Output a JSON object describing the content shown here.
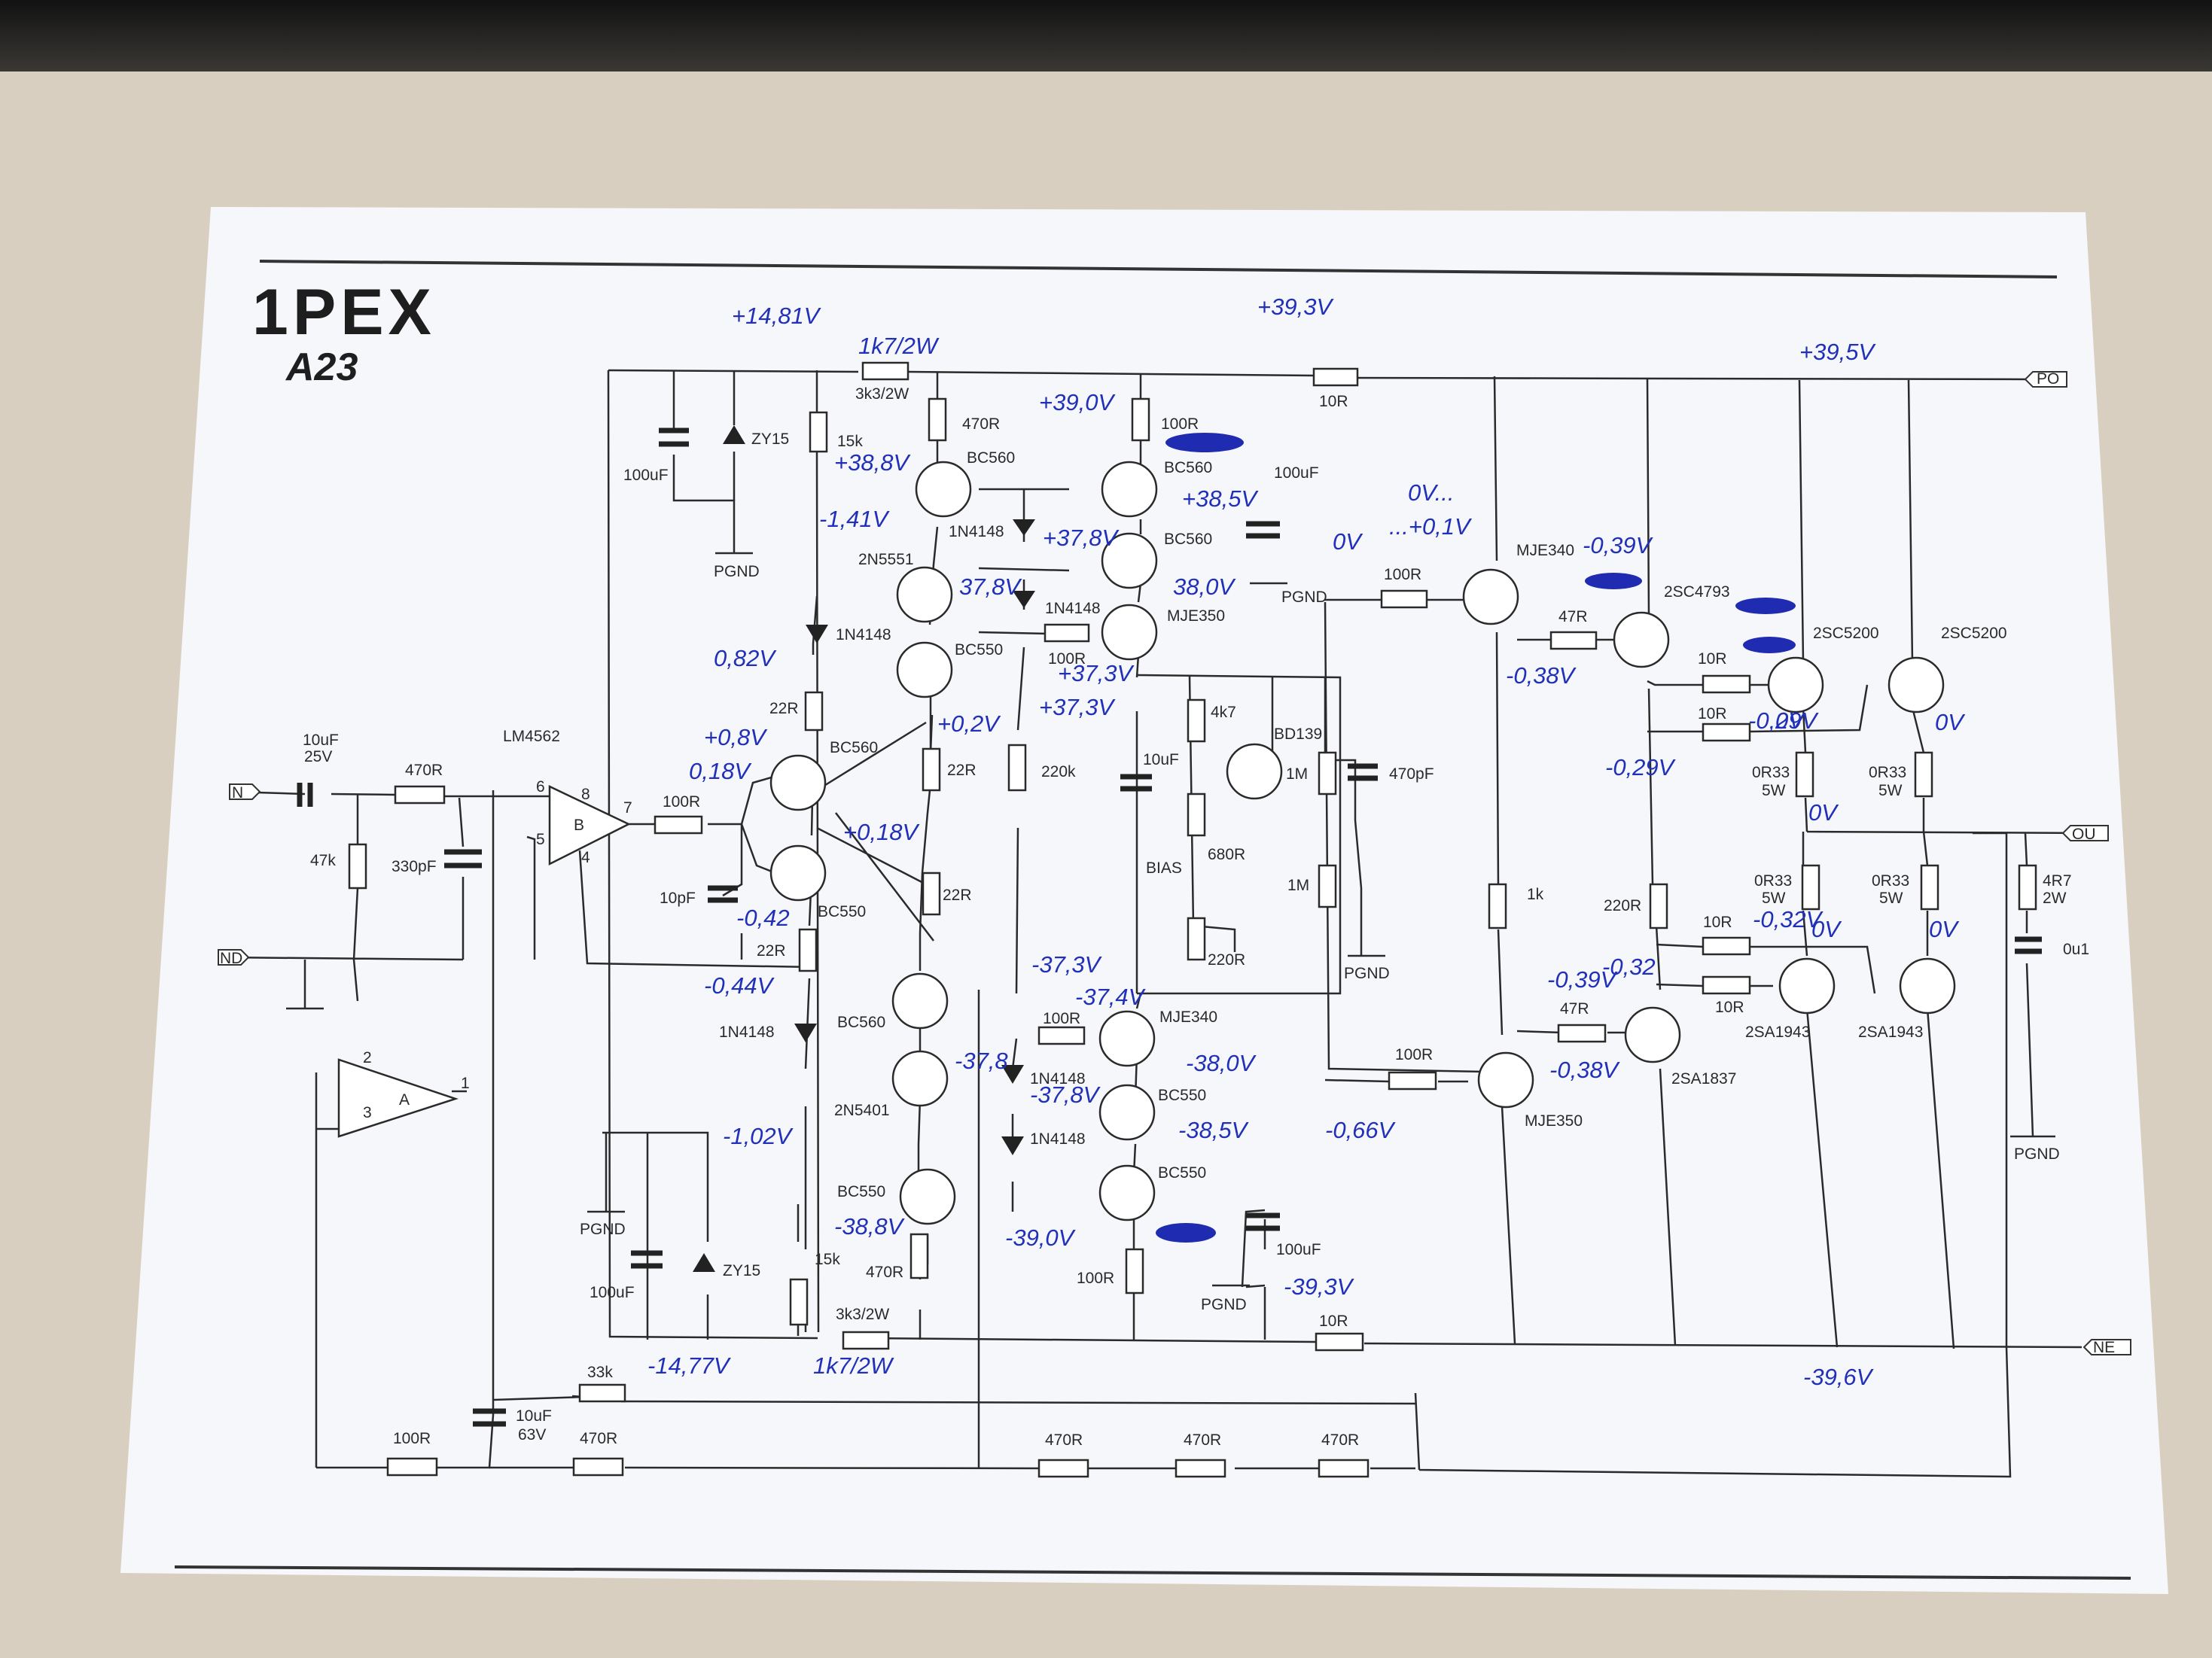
{
  "logo": "1PEX",
  "model": "A23",
  "ports": {
    "pos": "PO",
    "neg": "NE",
    "out": "OU",
    "in": "N",
    "gnd": "ND"
  },
  "components": {
    "c_in": "10uF",
    "c_in_v": "25V",
    "r_in": "470R",
    "r_in_gnd": "47k",
    "c_330": "330pF",
    "opamp_ic": "LM4562",
    "opamp_b": "B",
    "opamp_a": "A",
    "pin6": "6",
    "pin5": "5",
    "pin8": "8",
    "pin7": "7",
    "pin4": "4",
    "pin2": "2",
    "pin3": "3",
    "pin1": "1",
    "r_100r_a": "100R",
    "c_10pf": "10pF",
    "c_100uf_top": "100uF",
    "zy_top": "ZY15",
    "pgnd": "PGND",
    "r_top_orig": "3k3/2W",
    "r_15k_top": "15k",
    "r_470r_top": "470R",
    "q_bc560_1": "BC560",
    "d_1n4148_1": "1N4148",
    "q_2n5551": "2N5551",
    "d_1n4148_2": "1N4148",
    "q_bc550_1": "BC550",
    "r_22r_1": "22R",
    "q_bc560_2": "BC560",
    "q_bc550_2": "BC550",
    "r_22r_2": "22R",
    "r_22r_3": "22R",
    "r_22r_4": "22R",
    "q_bc560_3": "BC560",
    "d_1n4148_3": "1N4148",
    "q_2n5401": "2N5401",
    "q_bc550_3": "BC550",
    "r_100r_top": "100R",
    "q_bc560_4": "BC560",
    "q_bc560_5": "BC560",
    "d_1n4148_4": "1N4148",
    "q_mje350_1": "MJE350",
    "r_100r_b": "100R",
    "r_220k": "220k",
    "c_100uf_mid": "100uF",
    "c_10uf_bias": "10uF",
    "r_4k7": "4k7",
    "q_bd139": "BD139",
    "r_680r": "680R",
    "bias": "BIAS",
    "r_220r_pot": "220R",
    "r_1m_1": "1M",
    "r_1m_2": "1M",
    "c_470pf": "470pF",
    "r_100r_c": "100R",
    "q_mje340_1": "MJE340",
    "q_mje340_2": "MJE340",
    "r_100r_d": "100R",
    "d_1n4148_5": "1N4148",
    "d_1n4148_6": "1N4148",
    "q_bc550_4": "BC550",
    "q_bc550_5": "BC550",
    "r_100r_bot": "100R",
    "c_100uf_bot": "100uF",
    "zy_bot": "ZY15",
    "r_15k_bot": "15k",
    "r_470r_bot": "470R",
    "r_bot_orig": "3k3/2W",
    "r_10r_top": "10R",
    "r_10r_bot": "10R",
    "c_100uf_right": "100uF",
    "q_mje340_out": "MJE340",
    "q_mje350_out": "MJE350",
    "r_1k": "1k",
    "r_100r_e": "100R",
    "r_100r_f": "100R",
    "r_47r_1": "47R",
    "r_47r_2": "47R",
    "q_2sc4793": "2SC4793",
    "q_2sa1837": "2SA1837",
    "r_220r": "220R",
    "r_10r_1": "10R",
    "r_10r_2": "10R",
    "r_10r_3": "10R",
    "r_10r_4": "10R",
    "q_2sc5200_1": "2SC5200",
    "q_2sc5200_2": "2SC5200",
    "q_2sa1943_1": "2SA1943",
    "q_2sa1943_2": "2SA1943",
    "r_0r33_1": "0R33",
    "r_0r33_2": "0R33",
    "r_0r33_3": "0R33",
    "r_0r33_4": "0R33",
    "r_5w": "5W",
    "r_4r7": "4R7",
    "r_4r7_p": "2W",
    "c_0u1": "0u1",
    "r_33k": "33k",
    "r_100r_fb": "100R",
    "c_10uf_fb": "10uF",
    "c_10uf_fb_v": "63V",
    "r_470r_fb1": "470R",
    "r_470r_fb2": "470R",
    "r_470r_fb3": "470R",
    "r_470r_fb4": "470R"
  },
  "annotations": {
    "v_14_81": "+14,81V",
    "v_1k7_top": "1k7/2W",
    "v_39_3_top": "+39,3V",
    "v_39_5": "+39,5V",
    "v_39_0_top": "+39,0V",
    "v_38_8": "+38,8V",
    "v_38_5_top": "+38,5V",
    "v_0v_a": "0V",
    "v_1_41": "-1,41V",
    "v_37_8_a": "+37,8V",
    "v_37_8_b": "37,8V",
    "v_38_0": "38,0V",
    "v_37_3_top": "+37,3V",
    "v_37_3_b": "+37,3V",
    "v_0v_b": "0V...",
    "v_0_1": "...+0,1V",
    "v_0v_c": "0V",
    "v_mje340_a": "-0,39V",
    "v_0_82": "0,82V",
    "v_0_8": "+0,8V",
    "v_0_18_a": "0,18V",
    "v_0_2": "+0,2V",
    "v_0_18_b": "+0,18V",
    "v_0_42": "-0,42",
    "v_0_44": "-0,44V",
    "v_0_38_a": "-0,38V",
    "v_0_29_a": "-0,29V",
    "v_0_29_b": "-0,29V",
    "v_0v_d": "0V",
    "v_0v_e": "0V",
    "v_0v_f": "0V",
    "v_0_32_a": "-0,32V",
    "v_0_32_b": "-0,32",
    "v_0v_g": "0V",
    "v_0v_h": "0V",
    "v_0_39_b": "-0,39V",
    "v_0_38_b": "-0,38V",
    "v_37_3_neg": "-37,3V",
    "v_37_4": "-37,4V",
    "v_38_0_neg": "-38,0V",
    "v_37_8_neg": "-37,8",
    "v_37_8_neg2": "-37,8V",
    "v_38_5_neg": "-38,5V",
    "v_1_02": "-1,02V",
    "v_38_8_neg": "-38,8V",
    "v_39_0_neg": "-39,0V",
    "v_0_66": "-0,66V",
    "v_39_3_neg": "-39,3V",
    "v_14_77": "-14,77V",
    "v_1k7_bot": "1k7/2W",
    "v_39_6": "-39,6V"
  },
  "colors": {
    "ink": "#2a2a2a",
    "pen": "#2130b8",
    "paper": "#f7f8fb"
  }
}
